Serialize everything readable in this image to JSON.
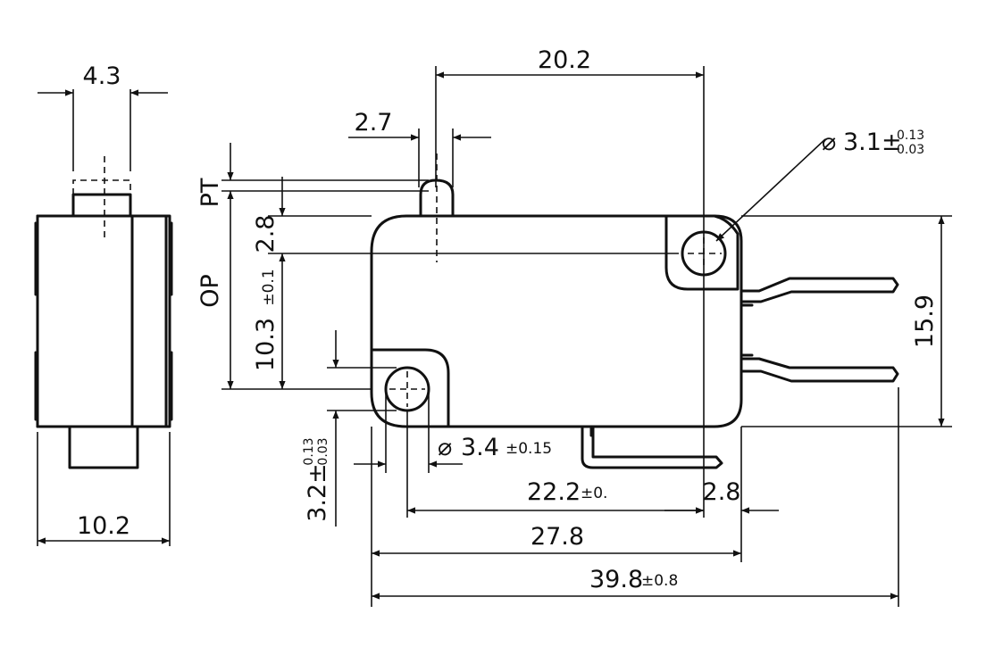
{
  "dimensions": {
    "top_width": "4.3",
    "bottom_width": "10.2",
    "actuator_width": "2.7",
    "actuator_offset": "20.2",
    "mount_hole_top_symbol": "⌀",
    "mount_hole_top_value": "3.1±",
    "mount_hole_top_tol_upper": "0.13",
    "mount_hole_top_tol_lower": "0.03",
    "pt_label": "PT",
    "height_2_8": "2.8",
    "op_label": "OP",
    "op_value": "10.3",
    "op_tol": "±0.1",
    "height_15_9": "15.9",
    "hole_offset_value": "3.2±",
    "hole_offset_tol_upper": "0.13",
    "hole_offset_tol_lower": "0.03",
    "mount_hole_bottom_symbol": "⌀",
    "mount_hole_bottom_value": "3.4",
    "mount_hole_bottom_tol": "±0.15",
    "span_22_2_value": "22.2",
    "span_22_2_tol": "±0.",
    "right_offset_2_8": "2.8",
    "span_27_8": "27.8",
    "total_length_value": "39.8",
    "total_length_tol": "±0.8"
  }
}
